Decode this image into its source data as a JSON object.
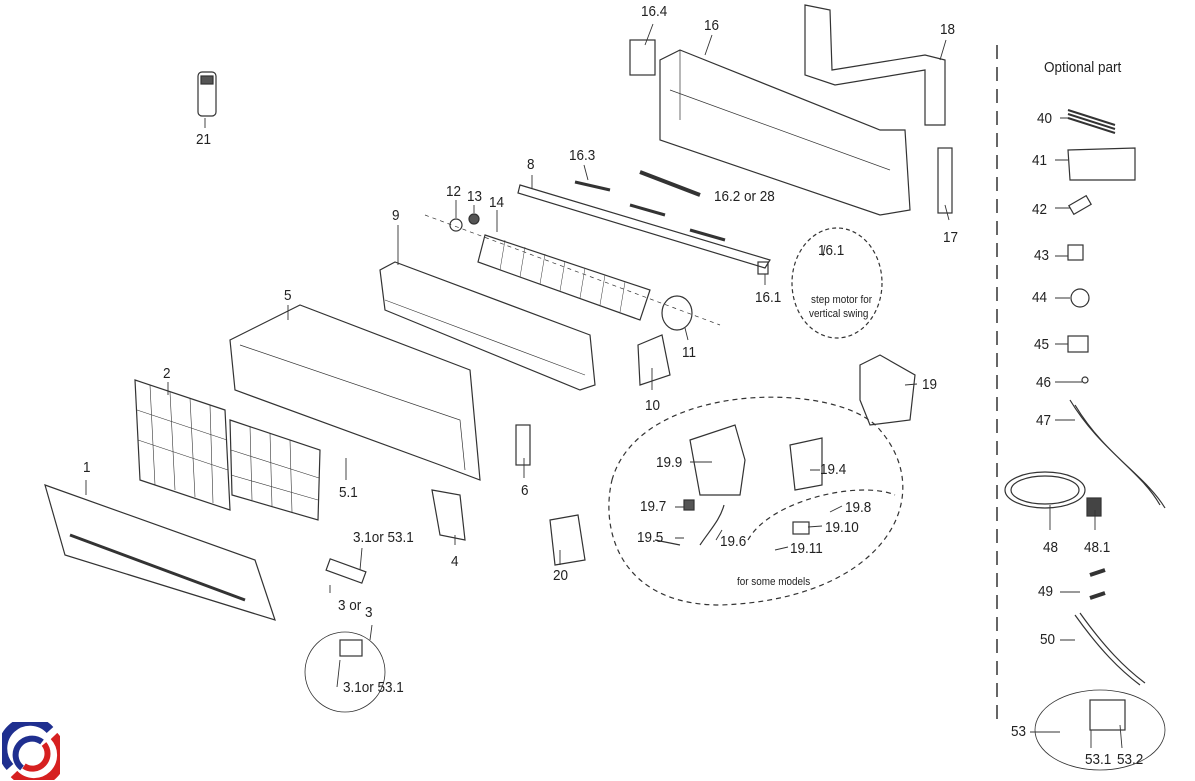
{
  "optional_header": "Optional part",
  "notes": {
    "step_motor_1": "step motor for",
    "step_motor_2": "vertical swing",
    "some_models": "for some models"
  },
  "labels": {
    "p21": "21",
    "p16_4": "16.4",
    "p16": "16",
    "p18": "18",
    "p40": "40",
    "p41": "41",
    "p42": "42",
    "p43": "43",
    "p44": "44",
    "p45": "45",
    "p46": "46",
    "p47": "47",
    "p48": "48",
    "p48_1": "48.1",
    "p49": "49",
    "p50": "50",
    "p53": "53",
    "p53_1": "53.1",
    "p53_2": "53.2",
    "p17": "17",
    "p16_3": "16.3",
    "p8": "8",
    "p16_2": "16.2 or 28",
    "p12": "12",
    "p13": "13",
    "p14": "14",
    "p9": "9",
    "p16_1a": "16.1",
    "p16_1b": "16.1",
    "p11": "11",
    "p5": "5",
    "p10": "10",
    "p19": "19",
    "p2": "2",
    "p1": "1",
    "p19_9": "19.9",
    "p19_4": "19.4",
    "p5_1": "5.1",
    "p6": "6",
    "p19_7": "19.7",
    "p19_8": "19.8",
    "p19_10": "19.10",
    "p19_5": "19.5",
    "p19_6": "19.6",
    "p19_11": "19.11",
    "p3_1a": "3.1or 53.1",
    "p4": "4",
    "p20": "20",
    "p3or": "3 or",
    "p3": "3",
    "p3_1b": "3.1or 53.1"
  },
  "colors": {
    "line": "#333333",
    "logo_blue": "#1f2f8f",
    "logo_red": "#d62020"
  }
}
